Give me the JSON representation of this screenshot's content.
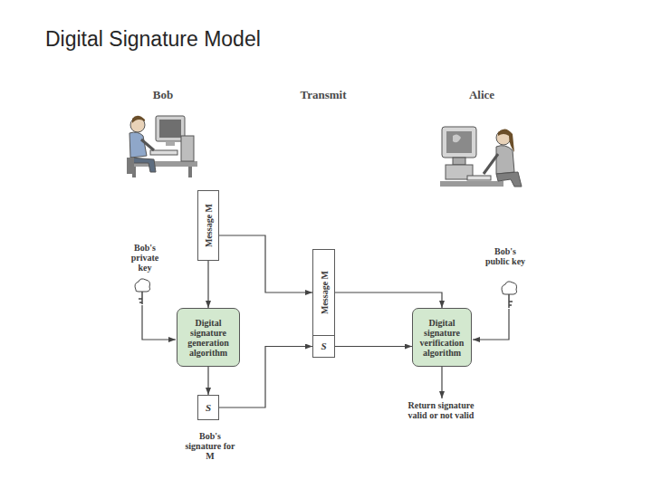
{
  "diagram": {
    "title": "Digital Signature Model",
    "nodes": [
      {
        "text": [
          "Message M"
        ]
      },
      {
        "text": [
          "Digital signature generation algorithm"
        ]
      },
      {
        "text": [
          "S"
        ]
      },
      {
        "text": [
          "Message M"
        ]
      },
      {
        "text": [
          "S"
        ]
      },
      {
        "text": [
          "Digital signature verification algorithm"
        ]
      }
    ],
    "edges": [
      {
        "from": 0,
        "to": 1,
        "arrow": "to"
      },
      {
        "from": 1,
        "to": 2,
        "arrow": "to"
      },
      {
        "from": 0,
        "to": 3,
        "arrow": "to"
      },
      {
        "from": 2,
        "to": 4,
        "arrow": "to"
      },
      {
        "from": 3,
        "to": 5,
        "arrow": "to"
      },
      {
        "from": 4,
        "to": 5,
        "arrow": "to"
      }
    ],
    "labels": [
      "Bob",
      "Transmit",
      "Alice",
      "Bob's private key",
      "Bob's signature for M",
      "Bob's public key",
      "Return signature valid or not valid"
    ]
  }
}
